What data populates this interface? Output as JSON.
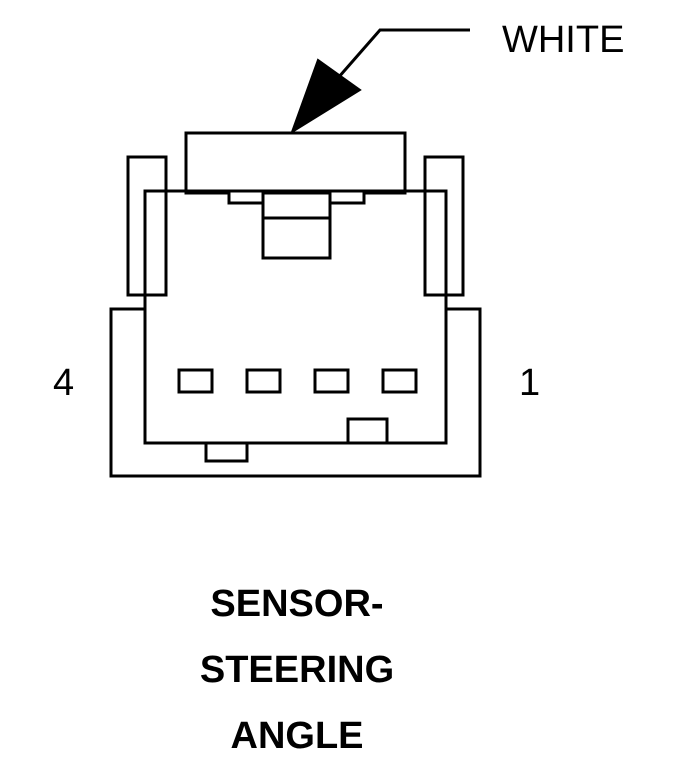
{
  "callout": {
    "wire_color_label": "WHITE"
  },
  "connector": {
    "pin_left_label": "4",
    "pin_right_label": "1",
    "cavity_count": 4
  },
  "title": {
    "line1": "SENSOR-",
    "line2": "STEERING",
    "line3": "ANGLE"
  }
}
